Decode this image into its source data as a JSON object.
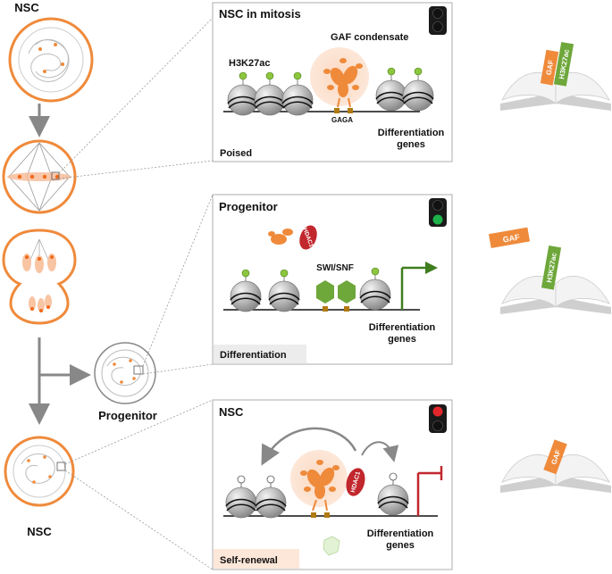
{
  "left": {
    "top_label": "NSC",
    "progenitor_label": "Progenitor",
    "bottom_label": "NSC"
  },
  "panels": [
    {
      "title": "NSC in mitosis",
      "mark": "H3K27ac",
      "condensate": "GAF condensate",
      "motif": "GAGA",
      "genes_line1": "Differentiation",
      "genes_line2": "genes",
      "state": "Poised",
      "signal": "yellow-ish off / off"
    },
    {
      "title": "Progenitor",
      "complex": "SWI/SNF",
      "hdac": "HDAC1",
      "genes_line1": "Differentiation",
      "genes_line2": "genes",
      "state": "Differentiation"
    },
    {
      "title": "NSC",
      "hdac": "HDAC1",
      "genes_line1": "Differentiation",
      "genes_line2": "genes",
      "state": "Self-renewal"
    }
  ],
  "books": [
    {
      "tag1": "GAF",
      "tag2": "H3K27ac"
    },
    {
      "tag1": "GAF",
      "tag2": "H3K27ac"
    },
    {
      "tag1": "GAF"
    }
  ],
  "colors": {
    "orange": "#ef8a3b",
    "light_orange": "#fbdcc6",
    "green": "#6ea73a",
    "red": "#c1272d",
    "grey": "#8c8c8c",
    "signal_green": "#1db34a",
    "signal_red": "#e3262b"
  }
}
